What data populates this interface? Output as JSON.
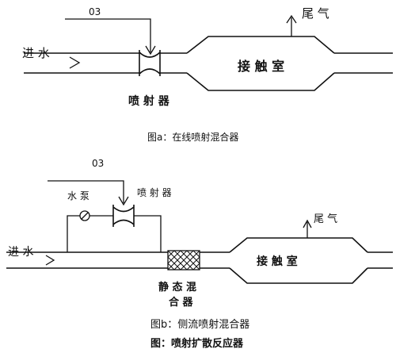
{
  "diagram_a": {
    "ozone_label": "03",
    "water_in_label": "进 水",
    "tail_gas_label": "尾 气",
    "chamber_label": "接 触 室",
    "injector_label": "喷 射 器",
    "caption": "图a：在线喷射混合器"
  },
  "diagram_b": {
    "ozone_label": "03",
    "pump_label": "水 泵",
    "injector_label": "喷 射 器",
    "water_in_label": "进 水",
    "tail_gas_label": "尾 气",
    "chamber_label": "接 触 室",
    "static_mixer_label_line1": "静 态 混",
    "static_mixer_label_line2": "合 器",
    "caption": "图b：侧流喷射混合器"
  },
  "figure_caption": "图：喷射扩散反应器"
}
